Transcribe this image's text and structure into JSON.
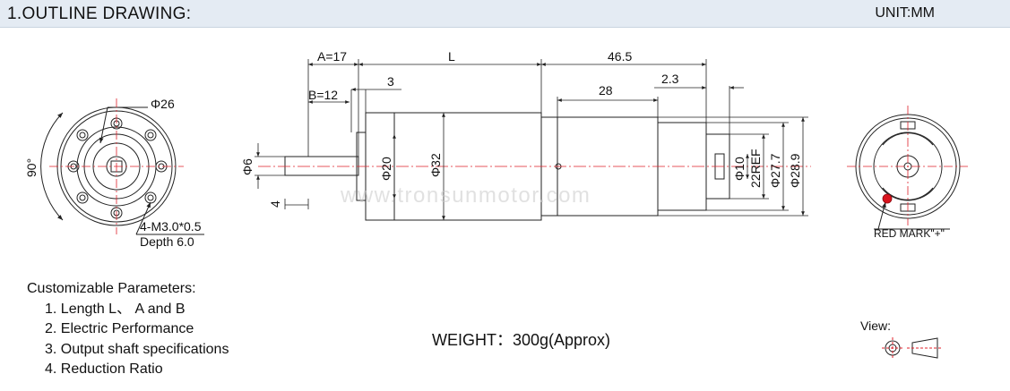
{
  "header": {
    "title": "1.OUTLINE DRAWING:",
    "unit": "UNIT:MM"
  },
  "front_view": {
    "phi26": "Φ26",
    "angle": "90°",
    "hole_spec": "4-M3.0*0.5",
    "hole_depth": "Depth 6.0"
  },
  "side_view": {
    "dim_a": "A=17",
    "dim_b": "B=12",
    "dim_l": "L",
    "dim_3": "3",
    "dim_46_5": "46.5",
    "dim_28": "28",
    "dim_2_3": "2.3",
    "phi6": "Φ6",
    "dim_4": "4",
    "phi20": "Φ20",
    "phi32": "Φ32",
    "phi10": "Φ10",
    "ref22": "22REF",
    "phi27_7": "Φ27.7",
    "phi28_9": "Φ28.9",
    "watermark": "www.tronsunmotor.com"
  },
  "rear_view": {
    "red_mark": "RED MARK\"+\""
  },
  "params": {
    "title": "Customizable Parameters:",
    "items": [
      "1. Length  L、 A and B",
      "2. Electric Performance",
      "3. Output shaft specifications",
      "4. Reduction Ratio"
    ]
  },
  "weight": "WEIGHT：300g(Approx)",
  "view_label": "View:",
  "colors": {
    "header_bg": "#e4ebf3",
    "line": "#222222",
    "center_line": "#e0202a",
    "red_mark": "#d9141e"
  }
}
